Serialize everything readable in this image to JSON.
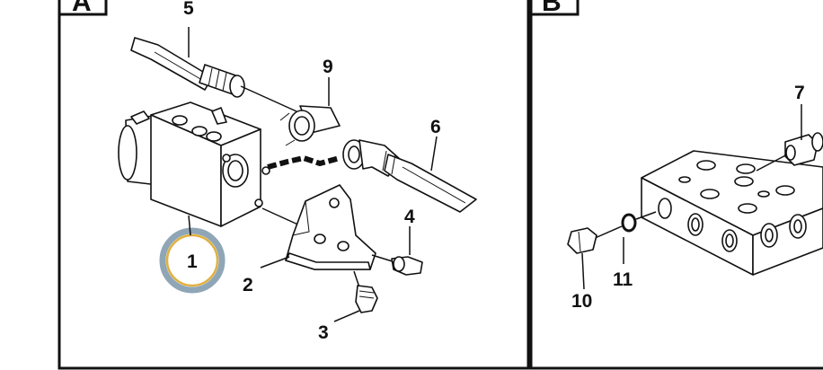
{
  "panels": [
    {
      "letter": "A"
    },
    {
      "letter": "B"
    }
  ],
  "callouts": {
    "c1": "1",
    "c2": "2",
    "c3": "3",
    "c4": "4",
    "c5": "5",
    "c6": "6",
    "c7": "7",
    "c9": "9",
    "c10": "10",
    "c11": "11"
  },
  "highlight": {
    "target_callout": "1",
    "ring_outer_color": "#8fa6b6",
    "ring_inner_color": "#e0b040"
  }
}
